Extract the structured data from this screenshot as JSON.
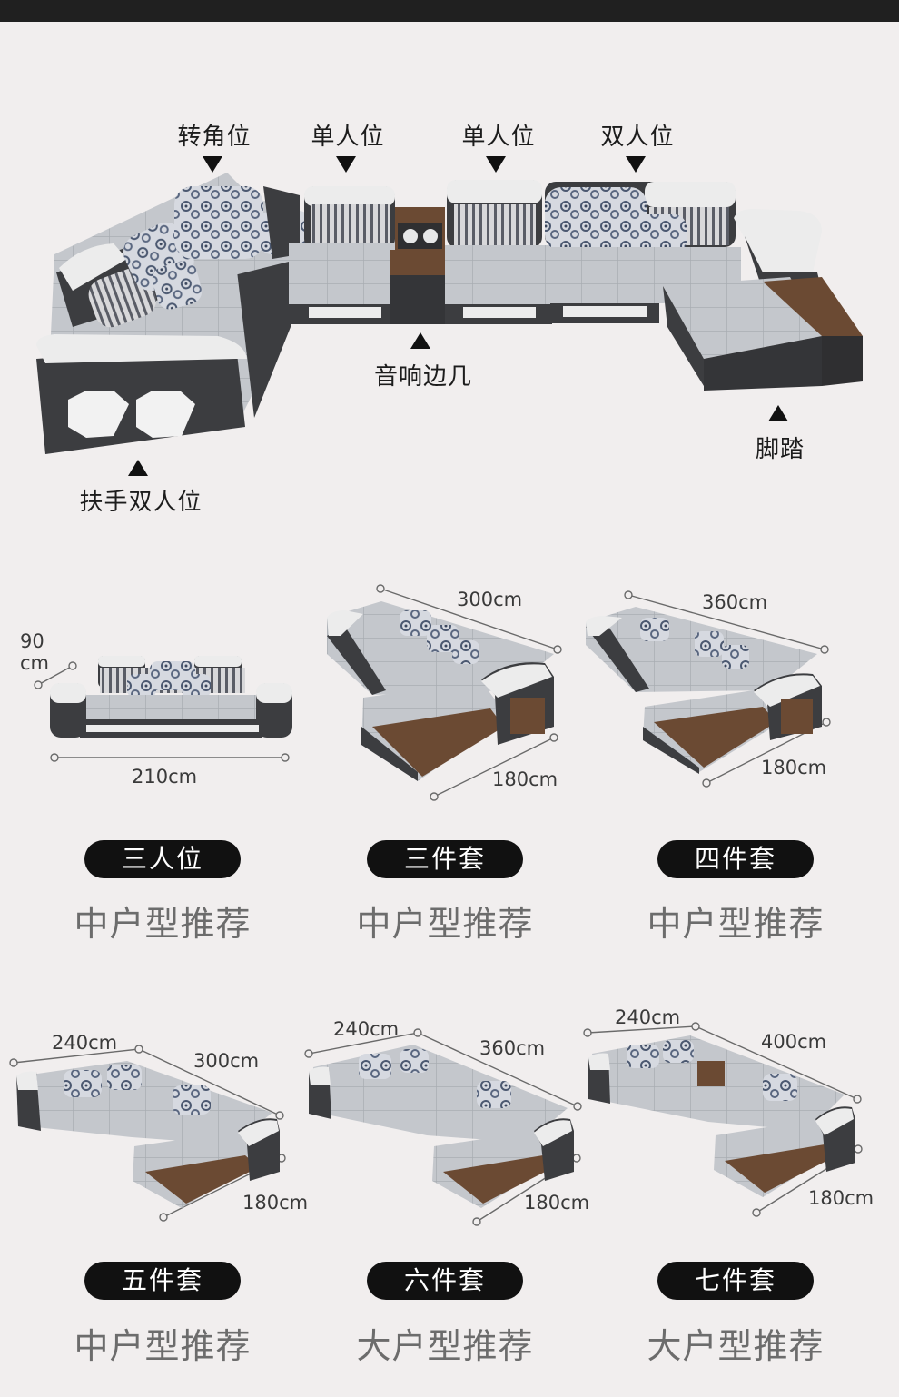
{
  "hero": {
    "labels": {
      "corner": "转角位",
      "single1": "单人位",
      "single2": "单人位",
      "double": "双人位",
      "speaker_table": "音响边几",
      "ottoman": "脚踏",
      "armrest_double": "扶手双人位"
    }
  },
  "sets": [
    {
      "name": "三人位",
      "rec": "中户型推荐",
      "dims": [
        "90\ncm",
        "210cm"
      ]
    },
    {
      "name": "三件套",
      "rec": "中户型推荐",
      "dims": [
        "300cm",
        "180cm"
      ]
    },
    {
      "name": "四件套",
      "rec": "中户型推荐",
      "dims": [
        "360cm",
        "180cm"
      ]
    },
    {
      "name": "五件套",
      "rec": "中户型推荐",
      "dims": [
        "240cm",
        "300cm",
        "180cm"
      ]
    },
    {
      "name": "六件套",
      "rec": "大户型推荐",
      "dims": [
        "240cm",
        "360cm",
        "180cm"
      ]
    },
    {
      "name": "七件套",
      "rec": "大户型推荐",
      "dims": [
        "240cm",
        "400cm",
        "180cm"
      ]
    }
  ],
  "colors": {
    "background": "#f1eeee",
    "fabric": "#c9cbcf",
    "leather_dark": "#3c3d40",
    "leather_white": "#ececec",
    "wood": "#6b4a33",
    "pill": "#111111",
    "rec_text": "#6c6c6c"
  }
}
